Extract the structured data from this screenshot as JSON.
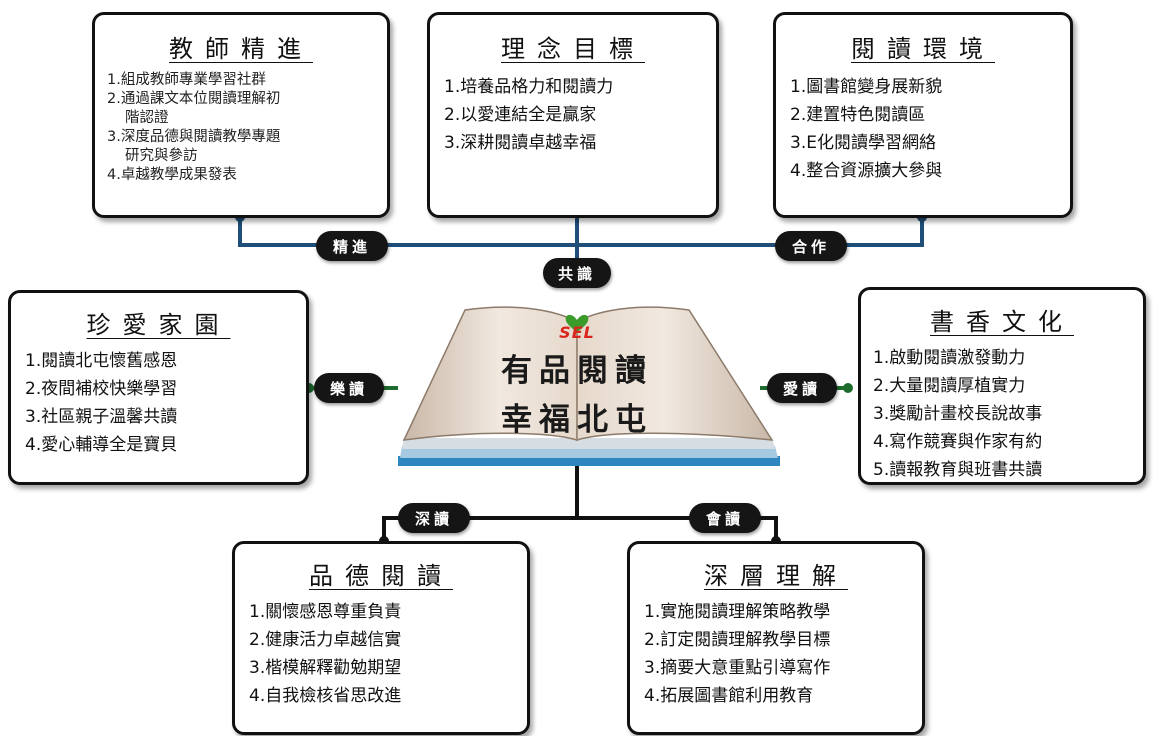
{
  "center": {
    "logo_text": "SEL",
    "title_line1": "有品閱讀",
    "title_line2": "幸福北屯"
  },
  "connectors": {
    "top": "共識",
    "top_left": "精進",
    "top_right": "合作",
    "left": "樂讀",
    "right": "愛讀",
    "bottom_left": "深讀",
    "bottom_right": "會讀"
  },
  "boxes": {
    "teacher": {
      "title": "教師精進",
      "items": [
        [
          "1.組成教師專業學習社群"
        ],
        [
          "2.通過課文本位閱讀理解初",
          "階認證"
        ],
        [
          "3.深度品德與閱讀教學專題",
          "研究與參訪"
        ],
        [
          "4.卓越教學成果發表"
        ]
      ]
    },
    "concept": {
      "title": "理念目標",
      "items": [
        "1.培養品格力和閱讀力",
        "2.以愛連結全是贏家",
        "3.深耕閱讀卓越幸福"
      ]
    },
    "environment": {
      "title": "閱讀環境",
      "items": [
        "1.圖書館變身展新貌",
        "2.建置特色閱讀區",
        "3.E化閱讀學習網絡",
        "4.整合資源擴大參與"
      ]
    },
    "family": {
      "title": "珍愛家園",
      "items": [
        "1.閱讀北屯懷舊感恩",
        "2.夜間補校快樂學習",
        "3.社區親子溫馨共讀",
        "4.愛心輔導全是寶貝"
      ]
    },
    "culture": {
      "title": "書香文化",
      "items": [
        "1.啟動閱讀激發動力",
        "2.大量閱讀厚植實力",
        "3.獎勵計畫校長說故事",
        "4.寫作競賽與作家有約",
        "5.讀報教育與班書共讀"
      ]
    },
    "moral": {
      "title": "品德閱讀",
      "items": [
        "1.關懷感恩尊重負責",
        "2.健康活力卓越信實",
        "3.楷模解釋勸勉期望",
        "4.自我檢核省思改進"
      ]
    },
    "comprehension": {
      "title": "深層理解",
      "items": [
        "1.實施閱讀理解策略教學",
        "2.訂定閱讀理解教學目標",
        "3.摘要大意重點引導寫作",
        "4.拓展圖書館利用教育"
      ]
    }
  },
  "colors": {
    "connector_blue": "#1f4e79",
    "connector_green": "#1e6b2e",
    "logo_red": "#d9261c",
    "logo_green": "#3a9a2a",
    "book_spine": "#2e86c1"
  }
}
